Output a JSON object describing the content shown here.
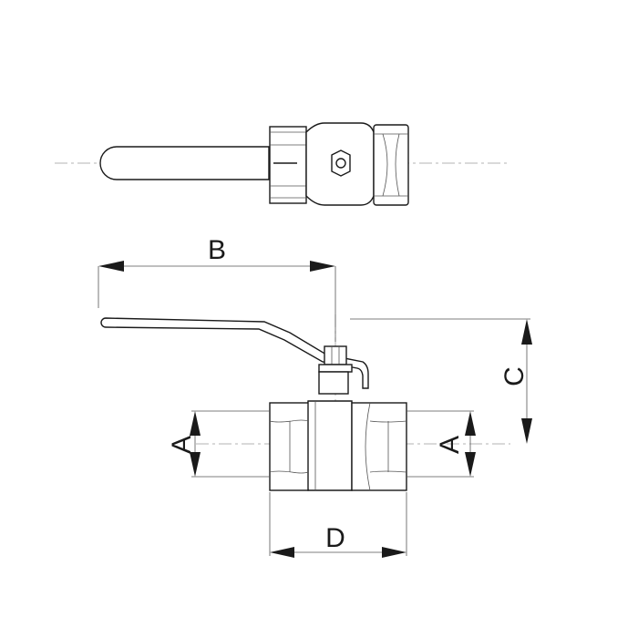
{
  "dimensions": {
    "a_left": "A",
    "a_right": "A",
    "b": "B",
    "c": "C",
    "d": "D"
  },
  "colors": {
    "line": "#1a1a1a",
    "dimension_line": "#555555",
    "center_line": "#9a9a9a",
    "background": "#ffffff"
  }
}
